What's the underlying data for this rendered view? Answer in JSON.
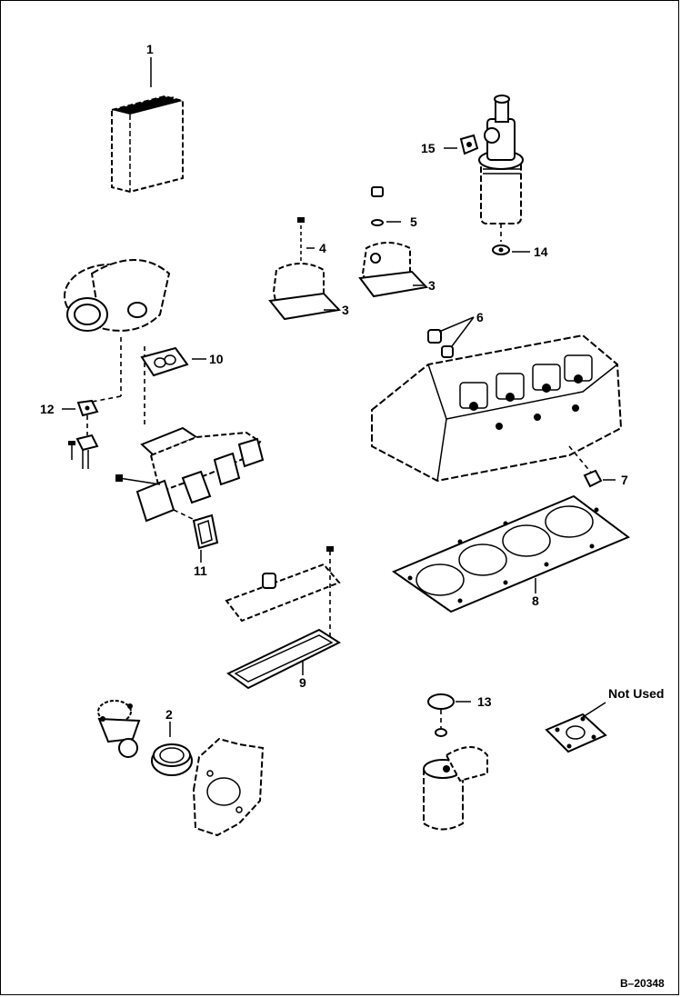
{
  "callouts": [
    {
      "id": "1",
      "text": "1"
    },
    {
      "id": "2",
      "text": "2"
    },
    {
      "id": "3a",
      "text": "3"
    },
    {
      "id": "3b",
      "text": "3"
    },
    {
      "id": "4",
      "text": "4"
    },
    {
      "id": "5",
      "text": "5"
    },
    {
      "id": "6",
      "text": "6"
    },
    {
      "id": "7",
      "text": "7"
    },
    {
      "id": "8",
      "text": "8"
    },
    {
      "id": "9",
      "text": "9"
    },
    {
      "id": "10",
      "text": "10"
    },
    {
      "id": "11",
      "text": "11"
    },
    {
      "id": "12",
      "text": "12"
    },
    {
      "id": "13",
      "text": "13"
    },
    {
      "id": "14",
      "text": "14"
    },
    {
      "id": "15",
      "text": "15"
    }
  ],
  "not_used_label": "Not Used",
  "figure_ref": "B–20348"
}
